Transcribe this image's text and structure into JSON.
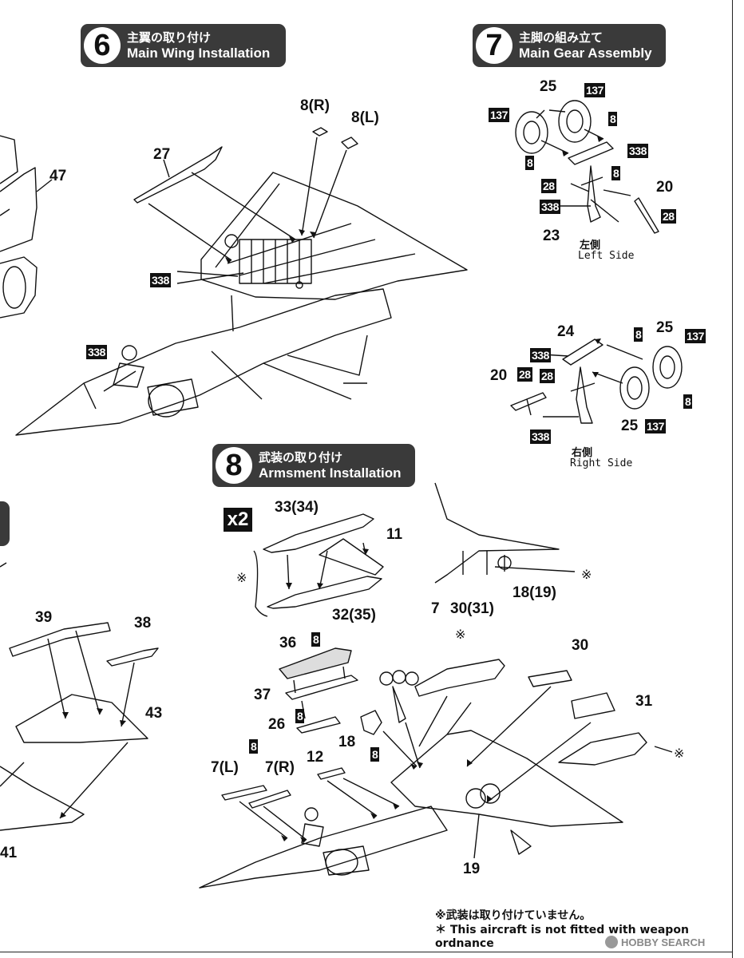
{
  "steps": [
    {
      "number": "6",
      "jp": "主翼の取り付け",
      "en": "Main Wing Installation"
    },
    {
      "number": "7",
      "jp": "主脚の組み立て",
      "en": "Main Gear Assembly"
    },
    {
      "number": "8",
      "jp": "武装の取り付け",
      "en": "Armsment Installation"
    }
  ],
  "step6_labels": {
    "p47": "47",
    "p27": "27",
    "p8r": "8(R)",
    "p8l": "8(L)",
    "b338a": "338",
    "b338b": "338"
  },
  "step7_labels": {
    "p25a": "25",
    "b137a": "137",
    "b137b": "137",
    "b8a": "8",
    "b8b": "8",
    "b338a": "338",
    "b8c": "8",
    "b28a": "28",
    "p20a": "20",
    "b338b": "338",
    "b28b": "28",
    "p23": "23",
    "left_jp": "左側",
    "left_en": "Left Side",
    "p24": "24",
    "b8d": "8",
    "p25b": "25",
    "b137c": "137",
    "b338c": "338",
    "p20b": "20",
    "b28c": "28",
    "b28d": "28",
    "b8e": "8",
    "b338d": "338",
    "p25c": "25",
    "b137d": "137",
    "right_jp": "右側",
    "right_en": "Right Side"
  },
  "step8_labels": {
    "x2": "x2",
    "p33": "33(34)",
    "p11": "11",
    "p32": "32(35)",
    "note1": "※",
    "p7": "7",
    "p30_31": "30(31)",
    "p18": "18(19)",
    "note2": "※",
    "p36": "36",
    "b8a": "8",
    "p37": "37",
    "b8b": "8",
    "p26": "26",
    "p18b": "18",
    "b8c": "8",
    "b8d": "8",
    "p7l": "7(L)",
    "p7r": "7(R)",
    "p12": "12",
    "note3": "※",
    "p30": "30",
    "p31": "31",
    "note4": "※",
    "p19": "19"
  },
  "left_partial_labels": {
    "p39": "39",
    "p38": "38",
    "p43": "43",
    "p41": "41"
  },
  "footnotes": {
    "jp": "※武装は取り付けていません。",
    "en": "＊ This aircraft is not fitted with weapon ordnance"
  },
  "watermark": "HOBBY SEARCH"
}
